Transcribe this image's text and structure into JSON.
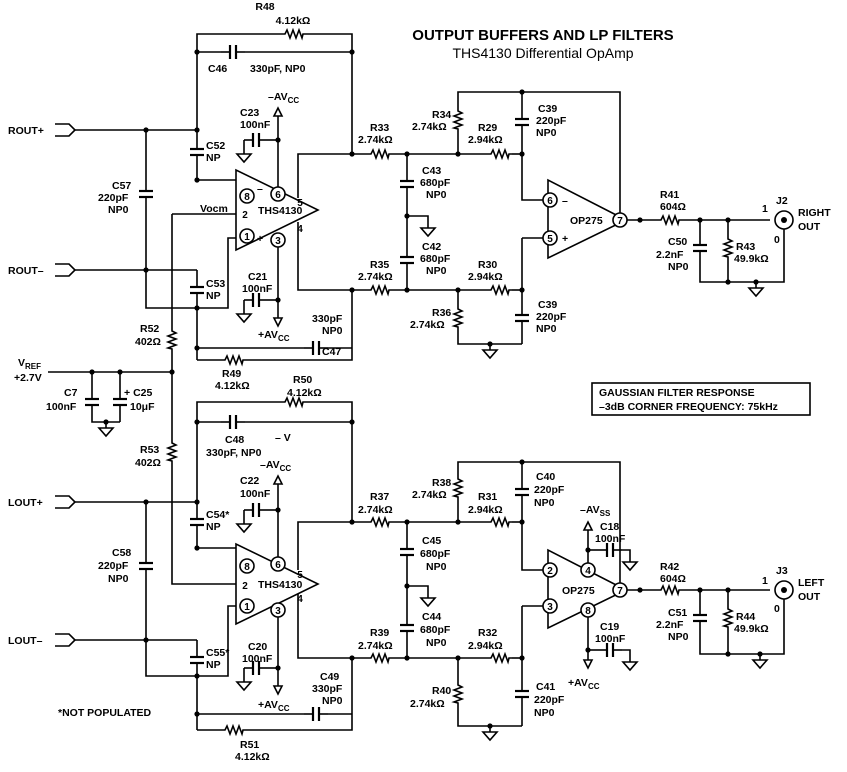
{
  "title": "OUTPUT BUFFERS AND LP FILTERS",
  "subtitle": "THS4130 Differential OpAmp",
  "gauss": {
    "line1": "GAUSSIAN FILTER RESPONSE",
    "line2": "–3dB CORNER FREQUENCY: 75kHz"
  },
  "note": "*NOT POPULATED",
  "ports": {
    "rout_p": "ROUT+",
    "rout_m": "ROUT–",
    "lout_p": "LOUT+",
    "lout_m": "LOUT–"
  },
  "vref": {
    "label": "V",
    "sub": "REF",
    "value": "+2.7V"
  },
  "outs": {
    "j2": "J2",
    "j2_l1": "RIGHT",
    "j2_l2": "OUT",
    "j2_p1": "1",
    "j2_p0": "0",
    "j3": "J3",
    "j3_l1": "LEFT",
    "j3_l2": "OUT",
    "j3_p1": "1",
    "j3_p0": "0"
  },
  "top": {
    "r48": [
      "R48",
      "4.12kΩ"
    ],
    "c46": [
      "C46",
      "330pF, NP0"
    ],
    "avcc_neg": "–AV",
    "c23": [
      "C23",
      "100nF"
    ],
    "c52": [
      "C52",
      "NP"
    ],
    "c57": [
      "C57",
      "220pF",
      "NP0"
    ],
    "vocm": "Vocm",
    "ths": "THS4130",
    "c53": [
      "C53",
      "NP"
    ],
    "c21": [
      "C21",
      "100nF"
    ],
    "avcc_pos": "+AV",
    "c47": [
      "330pF",
      "NP0",
      "C47"
    ],
    "r49": [
      "R49",
      "4.12kΩ"
    ],
    "r33": [
      "R33",
      "2.74kΩ"
    ],
    "r34": [
      "R34",
      "2.74kΩ"
    ],
    "r29": [
      "R29",
      "2.94kΩ"
    ],
    "c39a": [
      "C39",
      "220pF",
      "NP0"
    ],
    "c43": [
      "C43",
      "680pF",
      "NP0"
    ],
    "c42": [
      "C42",
      "680pF",
      "NP0"
    ],
    "r35": [
      "R35",
      "2.74kΩ"
    ],
    "r30": [
      "R30",
      "2.94kΩ"
    ],
    "r36": [
      "R36",
      "2.74kΩ"
    ],
    "c39b": [
      "C39",
      "220pF",
      "NP0"
    ],
    "op": "OP275",
    "r41": [
      "R41",
      "604Ω"
    ],
    "c50": [
      "C50",
      "2.2nF",
      "NP0"
    ],
    "r43": [
      "R43",
      "49.9kΩ"
    ]
  },
  "mid": {
    "r52": [
      "R52",
      "402Ω"
    ],
    "c7": [
      "C7",
      "100nF"
    ],
    "c25": [
      "C25",
      "10μF"
    ],
    "r53": [
      "R53",
      "402Ω"
    ]
  },
  "bot": {
    "r50": [
      "R50",
      "4.12kΩ"
    ],
    "c48": [
      "C48",
      "330pF, NP0"
    ],
    "v": "–  V",
    "avcc_neg": "–AV",
    "c22": [
      "C22",
      "100nF"
    ],
    "c54": [
      "C54*",
      "NP"
    ],
    "c58": [
      "C58",
      "220pF",
      "NP0"
    ],
    "ths": "THS4130",
    "c55": [
      "C55*",
      "NP"
    ],
    "c20": [
      "C20",
      "100nF"
    ],
    "avcc_pos": "+AV",
    "c49": [
      "C49",
      "330pF",
      "NP0"
    ],
    "r51": [
      "R51",
      "4.12kΩ"
    ],
    "r37": [
      "R37",
      "2.74kΩ"
    ],
    "r38": [
      "R38",
      "2.74kΩ"
    ],
    "r31": [
      "R31",
      "2.94kΩ"
    ],
    "c40": [
      "C40",
      "220pF",
      "NP0"
    ],
    "c45": [
      "C45",
      "680pF",
      "NP0"
    ],
    "c44": [
      "C44",
      "680pF",
      "NP0"
    ],
    "r39": [
      "R39",
      "2.74kΩ"
    ],
    "r32": [
      "R32",
      "2.94kΩ"
    ],
    "r40": [
      "R40",
      "2.74kΩ"
    ],
    "c41": [
      "C41",
      "220pF",
      "NP0"
    ],
    "avss": "–AV",
    "c18": [
      "C18",
      "100nF"
    ],
    "c19": [
      "C19",
      "100nF"
    ],
    "avcc_op": "+AV",
    "op": "OP275",
    "r42": [
      "R42",
      "604Ω"
    ],
    "c51": [
      "C51",
      "2.2nF",
      "NP0"
    ],
    "r44": [
      "R44",
      "49.9kΩ"
    ]
  },
  "sub_cc": "CC",
  "sub_ss": "SS",
  "pins": {
    "p8": "8",
    "p6": "6",
    "p2": "2",
    "p5": "5",
    "p1": "1",
    "p4": "4",
    "p3": "3",
    "p7": "7"
  }
}
